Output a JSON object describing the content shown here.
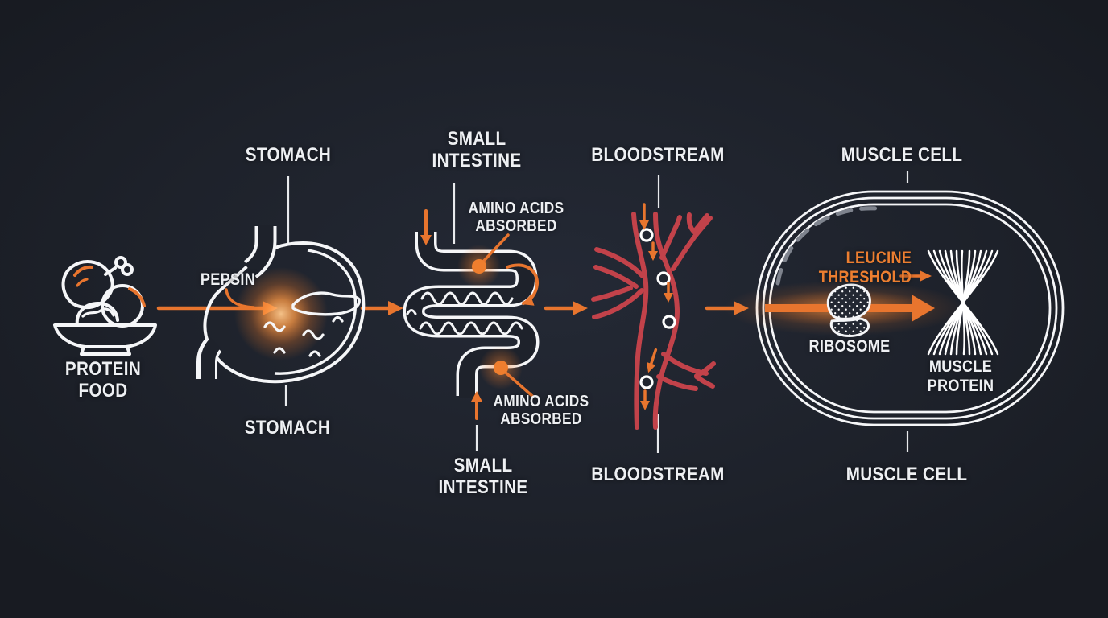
{
  "palette": {
    "background": "#1e222b",
    "line_white": "#f5f6f8",
    "accent_orange": "#e8752e",
    "glow_orange": "#ff9a45",
    "vessel_red": "#c2424a",
    "dashed_gray": "#7e838d",
    "label_white": "#eef0f3"
  },
  "icons": {
    "protein_food": "plate-with-chicken-icon",
    "stomach": "stomach-icon",
    "small_intestine": "intestine-icon",
    "bloodstream": "blood-vessel-icon",
    "muscle_cell": "cell-membrane-icon",
    "ribosome": "ribosome-icon",
    "muscle_protein": "muscle-fiber-icon"
  },
  "stages": [
    {
      "id": "protein-food",
      "label": "PROTEIN\nFOOD"
    },
    {
      "id": "stomach",
      "top_label": "STOMACH",
      "bottom_label": "STOMACH",
      "annotation": "PEPSIN"
    },
    {
      "id": "small-intestine",
      "top_label": "SMALL\nINTESTINE",
      "bottom_label": "SMALL\nINTESTINE",
      "annotation_top": "AMINO ACIDS\nABSORBED",
      "annotation_bottom": "AMINO ACIDS\nABSORBED"
    },
    {
      "id": "bloodstream",
      "top_label": "BLOODSTREAM",
      "bottom_label": "BLOODSTREAM"
    },
    {
      "id": "muscle-cell",
      "top_label": "MUSCLE CELL",
      "bottom_label": "MUSCLE CELL",
      "threshold_label": "LEUCINE\nTHRESHOLD",
      "ribosome_label": "RIBOSOME",
      "protein_label": "MUSCLE\nPROTEIN"
    }
  ]
}
